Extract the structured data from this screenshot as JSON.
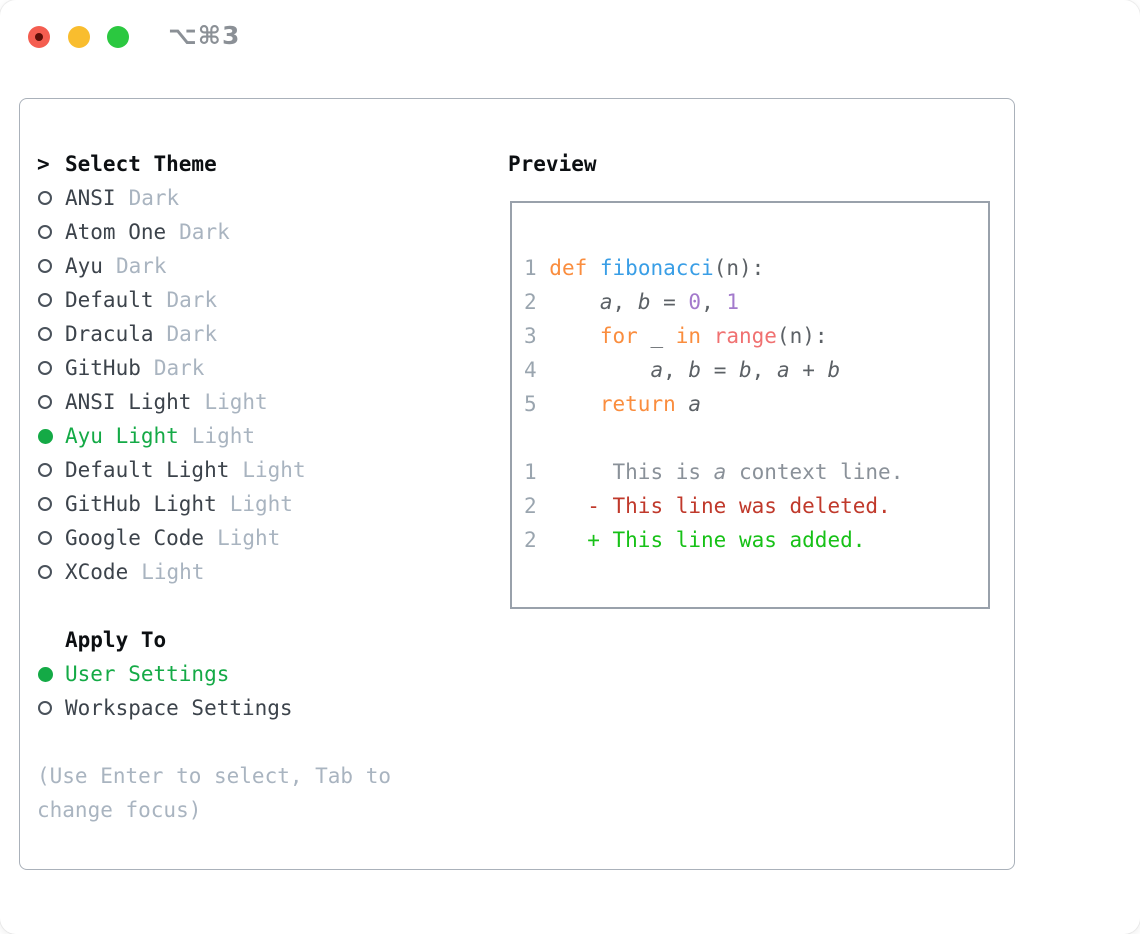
{
  "window": {
    "title_glyphs": "⌥⌘3"
  },
  "traffic_lights": {
    "close": "close-button",
    "minimize": "minimize-button",
    "zoom": "zoom-button"
  },
  "theme_panel": {
    "prompt": ">",
    "title": "Select Theme",
    "options": [
      {
        "name": "ANSI",
        "tag": "Dark",
        "selected": false
      },
      {
        "name": "Atom One",
        "tag": "Dark",
        "selected": false
      },
      {
        "name": "Ayu",
        "tag": "Dark",
        "selected": false
      },
      {
        "name": "Default",
        "tag": "Dark",
        "selected": false
      },
      {
        "name": "Dracula",
        "tag": "Dark",
        "selected": false
      },
      {
        "name": "GitHub",
        "tag": "Dark",
        "selected": false
      },
      {
        "name": "ANSI Light",
        "tag": "Light",
        "selected": false
      },
      {
        "name": "Ayu Light",
        "tag": "Light",
        "selected": true
      },
      {
        "name": "Default Light",
        "tag": "Light",
        "selected": false
      },
      {
        "name": "GitHub Light",
        "tag": "Light",
        "selected": false
      },
      {
        "name": "Google Code",
        "tag": "Light",
        "selected": false
      },
      {
        "name": "XCode",
        "tag": "Light",
        "selected": false
      }
    ],
    "apply_to": {
      "title": "Apply To",
      "options": [
        {
          "name": "User Settings",
          "selected": true
        },
        {
          "name": "Workspace Settings",
          "selected": false
        }
      ]
    },
    "hint_lines": [
      "(Use Enter to select, Tab to",
      "change focus)"
    ]
  },
  "preview_panel": {
    "title": "Preview",
    "code_lines": [
      {
        "segs": [
          {
            "t": "1 ",
            "c": "ln"
          },
          {
            "t": "def",
            "c": "kw"
          },
          {
            "t": " ",
            "c": "pl"
          },
          {
            "t": "fibonacci",
            "c": "fn"
          },
          {
            "t": "(n):",
            "c": "pl"
          }
        ]
      },
      {
        "segs": [
          {
            "t": "2 ",
            "c": "ln"
          },
          {
            "t": "    ",
            "c": "pl"
          },
          {
            "t": "a",
            "c": "id"
          },
          {
            "t": ", ",
            "c": "pl"
          },
          {
            "t": "b",
            "c": "id"
          },
          {
            "t": " = ",
            "c": "pl"
          },
          {
            "t": "0",
            "c": "num"
          },
          {
            "t": ", ",
            "c": "pl"
          },
          {
            "t": "1",
            "c": "num"
          }
        ]
      },
      {
        "segs": [
          {
            "t": "3 ",
            "c": "ln"
          },
          {
            "t": "    ",
            "c": "pl"
          },
          {
            "t": "for",
            "c": "kw"
          },
          {
            "t": " _ ",
            "c": "pl"
          },
          {
            "t": "in",
            "c": "kw"
          },
          {
            "t": " ",
            "c": "pl"
          },
          {
            "t": "range",
            "c": "call"
          },
          {
            "t": "(n):",
            "c": "pl"
          }
        ]
      },
      {
        "segs": [
          {
            "t": "4 ",
            "c": "ln"
          },
          {
            "t": "        ",
            "c": "pl"
          },
          {
            "t": "a",
            "c": "id"
          },
          {
            "t": ", ",
            "c": "pl"
          },
          {
            "t": "b",
            "c": "id"
          },
          {
            "t": " = ",
            "c": "pl"
          },
          {
            "t": "b",
            "c": "id"
          },
          {
            "t": ", ",
            "c": "pl"
          },
          {
            "t": "a",
            "c": "id"
          },
          {
            "t": " + ",
            "c": "pl"
          },
          {
            "t": "b",
            "c": "id"
          }
        ]
      },
      {
        "segs": [
          {
            "t": "5 ",
            "c": "ln"
          },
          {
            "t": "    ",
            "c": "pl"
          },
          {
            "t": "return",
            "c": "kw"
          },
          {
            "t": " ",
            "c": "pl"
          },
          {
            "t": "a",
            "c": "id"
          }
        ]
      },
      {
        "segs": []
      },
      {
        "segs": [
          {
            "t": "1 ",
            "c": "ln"
          },
          {
            "t": "     This is ",
            "c": "ctx"
          },
          {
            "t": "a",
            "c": "ctx-i"
          },
          {
            "t": " context line.",
            "c": "ctx"
          }
        ]
      },
      {
        "segs": [
          {
            "t": "2 ",
            "c": "ln"
          },
          {
            "t": "   - This line was deleted.",
            "c": "del"
          }
        ]
      },
      {
        "segs": [
          {
            "t": "2 ",
            "c": "ln"
          },
          {
            "t": "   + This line was added.",
            "c": "add"
          }
        ]
      }
    ]
  },
  "colors": {
    "accent_green": "#14AA46",
    "muted_gray": "#A9B4C0",
    "text_dark": "#3C434B",
    "heading": "#0C0F12",
    "syntax_keyword": "#FA8D3E",
    "syntax_function": "#399EE6",
    "syntax_call": "#F07171",
    "syntax_number": "#A37ACC",
    "syntax_default": "#5C6166",
    "line_number": "#9AA5AF",
    "diff_context": "#8A9199",
    "diff_deleted": "#C0392B",
    "diff_added": "#17C117",
    "traffic_red": "#F45D50",
    "traffic_yellow": "#F9BD2E",
    "traffic_green": "#2BC840"
  }
}
